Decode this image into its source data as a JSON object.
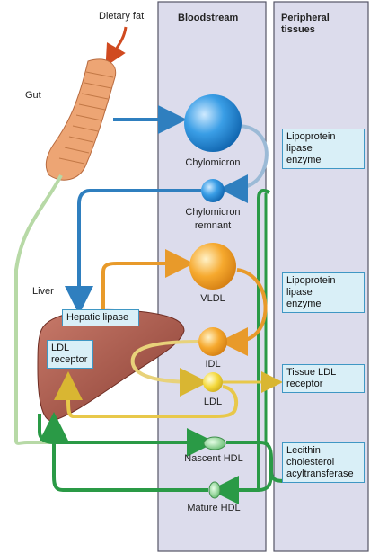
{
  "columns": {
    "bloodstream": "Bloodstream",
    "peripheral": "Peripheral tissues"
  },
  "labels": {
    "dietary_fat": "Dietary fat",
    "gut": "Gut",
    "liver": "Liver",
    "chylomicron": "Chylomicron",
    "chylomicron_remnant_line1": "Chylomicron",
    "chylomicron_remnant_line2": "remnant",
    "vldl": "VLDL",
    "idl": "IDL",
    "ldl": "LDL",
    "nascent_hdl": "Nascent HDL",
    "mature_hdl": "Mature HDL"
  },
  "boxes": {
    "hepatic_lipase": "Hepatic lipase",
    "ldl_receptor_line1": "LDL",
    "ldl_receptor_line2": "receptor",
    "lpl1_line1": "Lipoprotein",
    "lpl1_line2": "lipase",
    "lpl1_line3": "enzyme",
    "lpl2_line1": "Lipoprotein",
    "lpl2_line2": "lipase",
    "lpl2_line3": "enzyme",
    "tissue_ldl_line1": "Tissue LDL",
    "tissue_ldl_line2": "receptor",
    "lcat_line1": "Lecithin",
    "lcat_line2": "cholesterol",
    "lcat_line3": "acyltransferase"
  },
  "colors": {
    "column_fill": "#dcdcec",
    "column_stroke": "#555566",
    "blue_path": "#2f7fbf",
    "orange_path": "#e89a2a",
    "yellow_path": "#e8c84a",
    "green_path": "#2a9a46",
    "gut_fill": "#e9a06f",
    "liver_fill": "#a85a4a"
  }
}
